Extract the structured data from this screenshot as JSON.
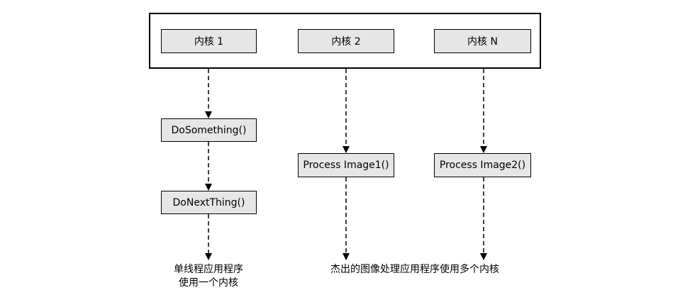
{
  "processor": {
    "cores": [
      {
        "label": "内核 1"
      },
      {
        "label": "内核 2"
      },
      {
        "label": "内核 N"
      }
    ]
  },
  "single_thread": {
    "steps": [
      "DoSomething()",
      "DoNextThing()"
    ],
    "caption_line1": "单线程应用程序",
    "caption_line2": "使用一个内核"
  },
  "multi_thread": {
    "tasks": [
      "Process Image1()",
      "Process Image2()"
    ],
    "caption": "杰出的图像处理应用程序使用多个内核"
  },
  "colors": {
    "box_fill": "#e6e6e6",
    "line": "#000000"
  }
}
